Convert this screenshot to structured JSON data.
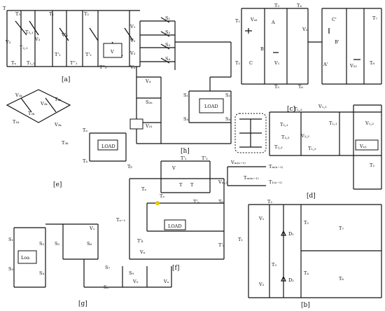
{
  "panels": {
    "a": {
      "caption": "[a]",
      "labels": [
        "T",
        "T₃",
        "T₃,₁",
        "V₂",
        "T₂,₁",
        "V₃",
        "T₁",
        "T'₁",
        "T₂",
        "V'₂",
        "T'₂",
        "V",
        "T''₁",
        "T''₂",
        "Tₙ",
        "T₁,₁",
        "V'₃"
      ]
    },
    "b": {
      "caption": "[b]",
      "labels": [
        "T₂",
        "V₁",
        "T₁",
        "T₃",
        "V₂",
        "D₁",
        "D₂",
        "T₅",
        "T₄",
        "T₇",
        "T₆"
      ]
    },
    "c": {
      "caption": "[c]",
      "labels": [
        "T₁",
        "V₄₁",
        "T₃",
        "A",
        "T₄",
        "C'",
        "T₇",
        "T₂",
        "C",
        "B",
        "V₁",
        "V₂",
        "B'",
        "A'",
        "V₂₂",
        "T₈",
        "T₅",
        "T₆"
      ]
    },
    "d": {
      "caption": "[d]",
      "labels": [
        "V₁,₁",
        "T₁,₃",
        "T₁,₁",
        "T₁,₄",
        "T₂,₁",
        "T₂,₂",
        "T₁,₂",
        "V₂,₂",
        "T₂,₃",
        "T₁,₂",
        "V₁,₂",
        "Vₙ₁",
        "Vₘ₍ₙ₋₁₎",
        "Tₘ₍ₙ₋₁₎",
        "Vₘ,₀",
        "Tₘ₍ₘ₋₁₎",
        "T₁₍ₙ₋₁₎",
        "Tₘ₂",
        "Tₙ₁",
        "T₂"
      ]
    },
    "e": {
      "caption": "[e]",
      "labels": [
        "V₁ₖ",
        "V₂ₖ",
        "T₄ₖ",
        "T₂ₖ",
        "V₃ₖ",
        "T₁ₖ",
        "T₃ₖ"
      ]
    },
    "f": {
      "caption": "[f]",
      "labels": [
        "T'₁",
        "T'₂",
        "V",
        "T",
        "T",
        "Tₐ",
        "Tₐ",
        "T'ₙ",
        "Tₙ₋₁",
        "Tᵦ",
        "T'ᵦ",
        "T'ₐ",
        "Vₙ",
        "Tₙ"
      ]
    },
    "g": {
      "caption": "[g]",
      "labels": [
        "S₁",
        "S₂",
        "S₃",
        "S₄",
        "S₅",
        "S₆",
        "V₁",
        "S₇",
        "S₈",
        "S₉",
        "V₀",
        "Vₐ",
        "Sₙ₊₁"
      ]
    },
    "h": {
      "caption": "[h]",
      "labels": [
        "V₁",
        "V₂",
        "V₃",
        "Vₙ",
        "S₁",
        "S₂",
        "S₃",
        "S₄",
        "Sₐ",
        "Sᵦ",
        "S₁ᵦ",
        "S₂ₙ",
        "S₁ₙ",
        "S₂ₙ",
        "S₃ₙ",
        "S₄ₙ",
        "Tₐ",
        "Tᵦ",
        "T₄",
        "Tᵦ",
        "V₄",
        "V₂₁",
        "S₁",
        "S₂",
        "S₃",
        "S₄"
      ]
    }
  },
  "loads": {
    "load": "LOAD",
    "lo": "Loa",
    "v": "V"
  }
}
